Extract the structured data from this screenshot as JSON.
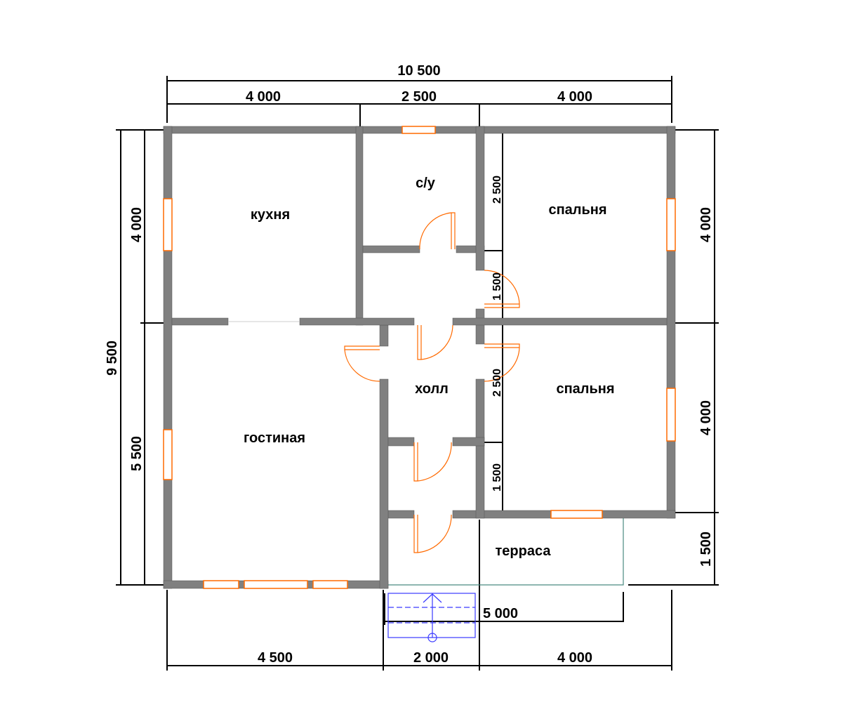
{
  "rooms": {
    "kitchen": "кухня",
    "bathroom": "с/у",
    "bedroom1": "спальня",
    "bedroom2": "спальня",
    "hall": "холл",
    "living": "гостиная",
    "terrace": "терраса"
  },
  "dimensions": {
    "top_total": "10 500",
    "top": [
      "4 000",
      "2 500",
      "4 000"
    ],
    "bottom": [
      "4 500",
      "2 000",
      "4 000"
    ],
    "left_total": "9 500",
    "left": [
      "4 000",
      "5 500"
    ],
    "right": [
      "4 000",
      "4 000",
      "1 500"
    ],
    "middle": [
      "2 500",
      "1 500",
      "2 500",
      "1 500"
    ],
    "terrace_width": "5 000"
  },
  "colors": {
    "wall": "#808080",
    "window_door": "#ff6a00",
    "stairs": "#3a3aff",
    "terrace": "#4a8a80"
  }
}
